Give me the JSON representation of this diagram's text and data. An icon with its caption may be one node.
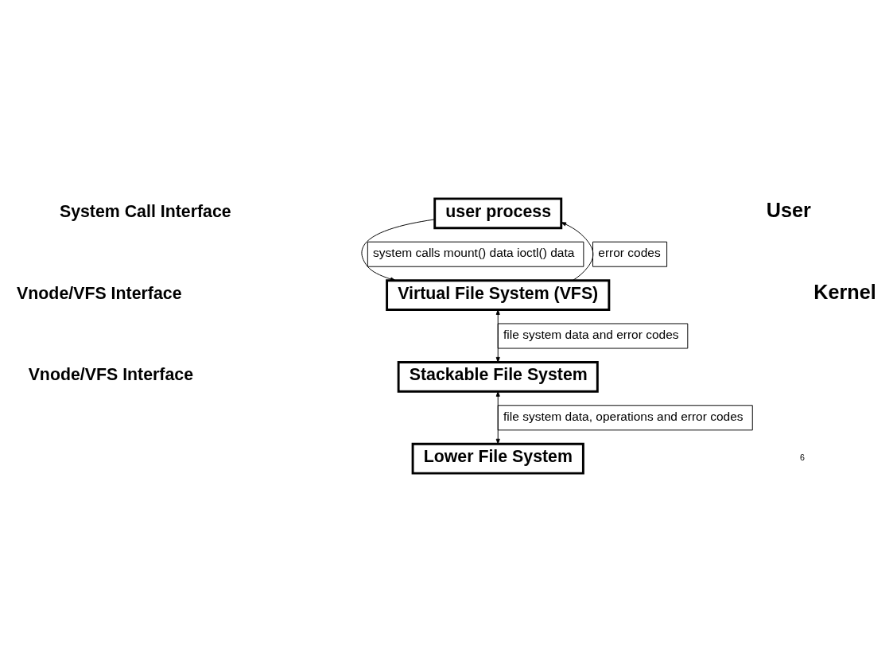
{
  "diagram": {
    "nodes": [
      {
        "text": [
          "user process"
        ]
      },
      {
        "text": [
          "Virtual File System (VFS)"
        ]
      },
      {
        "text": [
          "Stackable File System"
        ]
      },
      {
        "text": [
          "Lower File System"
        ]
      }
    ],
    "edges": [
      {
        "from": 0,
        "to": 1,
        "arrow": "to",
        "label": "system calls mount() data ioctl() data"
      },
      {
        "from": 1,
        "to": 0,
        "arrow": "to",
        "label": "error codes"
      },
      {
        "from": 1,
        "to": 2,
        "arrow": "both",
        "label": "file system data and error codes"
      },
      {
        "from": 2,
        "to": 3,
        "arrow": "both",
        "label": "file system data, operations and error codes"
      }
    ],
    "labels": [
      "System Call Interface",
      "User",
      "Vnode/VFS Interface",
      "Kernel",
      "Vnode/VFS Interface",
      "6"
    ]
  }
}
